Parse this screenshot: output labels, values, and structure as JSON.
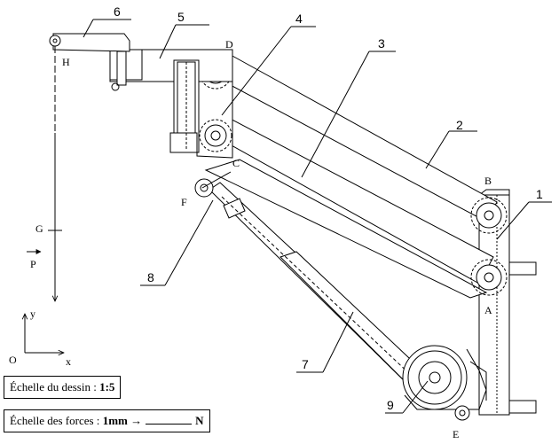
{
  "parts": {
    "p1": "1",
    "p2": "2",
    "p3": "3",
    "p4": "4",
    "p5": "5",
    "p6": "6",
    "p7": "7",
    "p8": "8",
    "p9": "9"
  },
  "points": {
    "A": "A",
    "B": "B",
    "C": "C",
    "D": "D",
    "E": "E",
    "F": "F",
    "G": "G",
    "H": "H",
    "O": "O"
  },
  "axes": {
    "x": "x",
    "y": "y"
  },
  "force_label": "P",
  "scale_drawing": {
    "label": "Échelle du dessin : ",
    "value": "1:5"
  },
  "scale_forces": {
    "label": "Échelle des forces : ",
    "value": "1mm →",
    "unit": "N"
  }
}
